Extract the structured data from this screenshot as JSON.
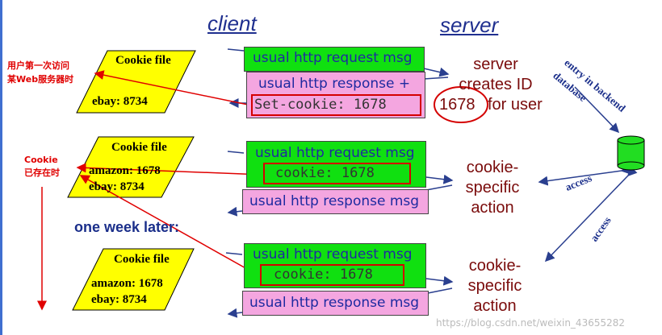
{
  "headers": {
    "client": "client",
    "server": "server"
  },
  "cookie_file_1": {
    "title": "Cookie file",
    "entries": [
      "ebay: 8734"
    ]
  },
  "cookie_file_2": {
    "title": "Cookie file",
    "entries": [
      "amazon: 1678",
      "ebay: 8734"
    ]
  },
  "cookie_file_3": {
    "title": "Cookie file",
    "entries": [
      "amazon: 1678",
      "ebay: 8734"
    ]
  },
  "exchange_1": {
    "request": "usual http request msg",
    "response": "usual http response +",
    "set_cookie": "Set-cookie: 1678",
    "server_text": [
      "server",
      "creates ID",
      "for user"
    ],
    "id": "1678"
  },
  "exchange_2": {
    "request": "usual http request msg",
    "cookie": "cookie: 1678",
    "response": "usual http response msg",
    "server_text": [
      "cookie-",
      "specific",
      "action"
    ]
  },
  "exchange_3": {
    "request": "usual http request msg",
    "cookie": "cookie: 1678",
    "response": "usual http response msg",
    "server_text": [
      "cookie-",
      "specific",
      "action"
    ]
  },
  "one_week_later": "one week later:",
  "backend": {
    "entry_line1": "entry in backend",
    "entry_line2": "database",
    "access_1": "access",
    "access_2": "access"
  },
  "annotations": {
    "first_visit": [
      "用户第一次访问",
      "某Web服务器时"
    ],
    "cookie_exists": [
      "Cookie",
      "已存在时"
    ]
  },
  "watermark": "https://blog.csdn.net/weixin_43655282",
  "colors": {
    "green": "#10e010",
    "pink": "#f4a6e0",
    "red": "#e00000",
    "db": "#22dd22",
    "blue": "#1f2f8f"
  }
}
